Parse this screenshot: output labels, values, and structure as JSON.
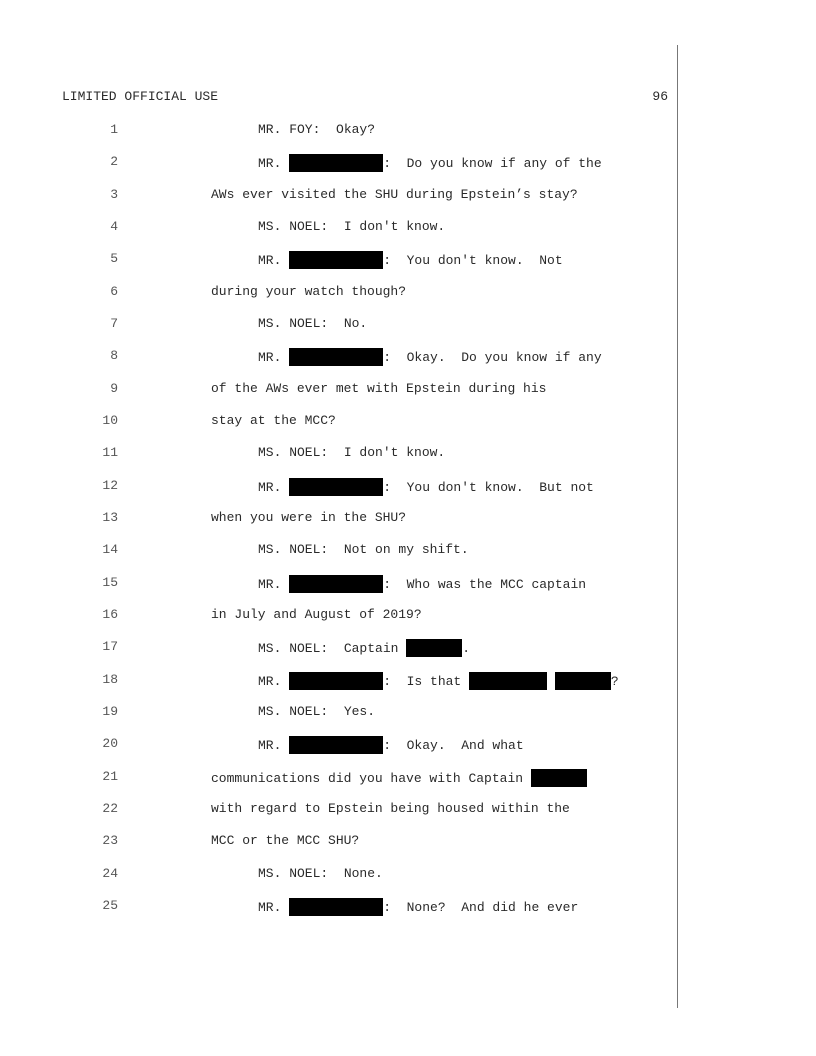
{
  "header": {
    "classification": "LIMITED OFFICIAL USE",
    "page_number": "96"
  },
  "lines": [
    {
      "n": "1",
      "indent": true,
      "segs": [
        {
          "t": "MR. FOY:  Okay?"
        }
      ]
    },
    {
      "n": "2",
      "indent": true,
      "segs": [
        {
          "t": "MR. "
        },
        {
          "r": "long"
        },
        {
          "t": ":  Do you know if any of the"
        }
      ]
    },
    {
      "n": "3",
      "indent": false,
      "segs": [
        {
          "t": "AWs ever visited the SHU during Epstein’s stay?"
        }
      ]
    },
    {
      "n": "4",
      "indent": true,
      "segs": [
        {
          "t": "MS. NOEL:  I don't know."
        }
      ]
    },
    {
      "n": "5",
      "indent": true,
      "segs": [
        {
          "t": "MR. "
        },
        {
          "r": "long"
        },
        {
          "t": ":  You don't know.  Not"
        }
      ]
    },
    {
      "n": "6",
      "indent": false,
      "segs": [
        {
          "t": "during your watch though?"
        }
      ]
    },
    {
      "n": "7",
      "indent": true,
      "segs": [
        {
          "t": "MS. NOEL:  No."
        }
      ]
    },
    {
      "n": "8",
      "indent": true,
      "segs": [
        {
          "t": "MR. "
        },
        {
          "r": "long"
        },
        {
          "t": ":  Okay.  Do you know if any"
        }
      ]
    },
    {
      "n": "9",
      "indent": false,
      "segs": [
        {
          "t": "of the AWs ever met with Epstein during his"
        }
      ]
    },
    {
      "n": "10",
      "indent": false,
      "segs": [
        {
          "t": "stay at the MCC?"
        }
      ]
    },
    {
      "n": "11",
      "indent": true,
      "segs": [
        {
          "t": "MS. NOEL:  I don't know."
        }
      ]
    },
    {
      "n": "12",
      "indent": true,
      "segs": [
        {
          "t": "MR. "
        },
        {
          "r": "long"
        },
        {
          "t": ":  You don't know.  But not"
        }
      ]
    },
    {
      "n": "13",
      "indent": false,
      "segs": [
        {
          "t": "when you were in the SHU?"
        }
      ]
    },
    {
      "n": "14",
      "indent": true,
      "segs": [
        {
          "t": "MS. NOEL:  Not on my shift."
        }
      ]
    },
    {
      "n": "15",
      "indent": true,
      "segs": [
        {
          "t": "MR. "
        },
        {
          "r": "long"
        },
        {
          "t": ":  Who was the MCC captain"
        }
      ]
    },
    {
      "n": "16",
      "indent": false,
      "segs": [
        {
          "t": "in July and August of 2019?"
        }
      ]
    },
    {
      "n": "17",
      "indent": true,
      "segs": [
        {
          "t": "MS. NOEL:  Captain "
        },
        {
          "r": "short"
        },
        {
          "t": "."
        }
      ]
    },
    {
      "n": "18",
      "indent": true,
      "segs": [
        {
          "t": "MR. "
        },
        {
          "r": "long"
        },
        {
          "t": ":  Is that "
        },
        {
          "r": "medium"
        },
        {
          "t": " "
        },
        {
          "r": "short"
        },
        {
          "t": "?"
        }
      ]
    },
    {
      "n": "19",
      "indent": true,
      "segs": [
        {
          "t": "MS. NOEL:  Yes."
        }
      ]
    },
    {
      "n": "20",
      "indent": true,
      "segs": [
        {
          "t": "MR. "
        },
        {
          "r": "long"
        },
        {
          "t": ":  Okay.  And what"
        }
      ]
    },
    {
      "n": "21",
      "indent": false,
      "segs": [
        {
          "t": "communications did you have with Captain "
        },
        {
          "r": "short"
        }
      ]
    },
    {
      "n": "22",
      "indent": false,
      "segs": [
        {
          "t": "with regard to Epstein being housed within the"
        }
      ]
    },
    {
      "n": "23",
      "indent": false,
      "segs": [
        {
          "t": "MCC or the MCC SHU?"
        }
      ]
    },
    {
      "n": "24",
      "indent": true,
      "segs": [
        {
          "t": "MS. NOEL:  None."
        }
      ]
    },
    {
      "n": "25",
      "indent": true,
      "segs": [
        {
          "t": "MR. "
        },
        {
          "r": "long"
        },
        {
          "t": ":  None?  And did he ever"
        }
      ]
    }
  ]
}
